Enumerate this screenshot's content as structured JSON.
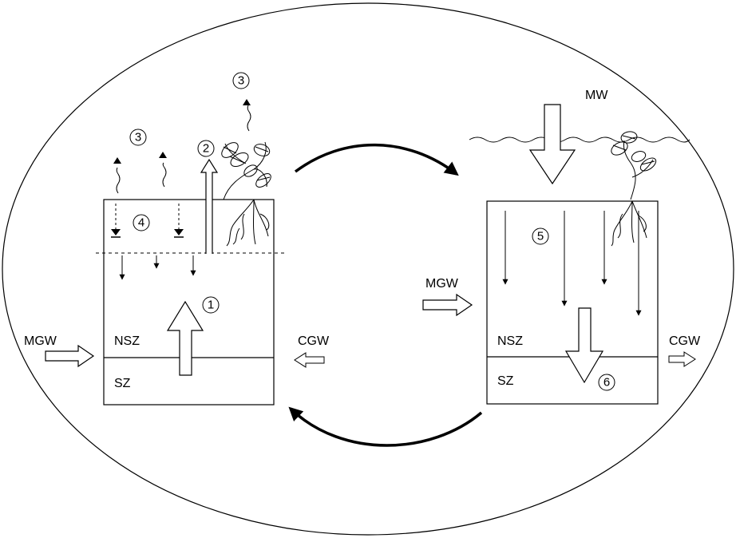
{
  "diagram": {
    "left_panel": {
      "labels": {
        "mgw": "MGW",
        "cgw": "CGW",
        "nsz": "NSZ",
        "sz": "SZ"
      },
      "markers": [
        "1",
        "2",
        "3",
        "3",
        "4"
      ]
    },
    "right_panel": {
      "labels": {
        "mw": "MW",
        "mgw": "MGW",
        "cgw": "CGW",
        "nsz": "NSZ",
        "sz": "SZ"
      },
      "markers": [
        "5",
        "6"
      ]
    }
  }
}
